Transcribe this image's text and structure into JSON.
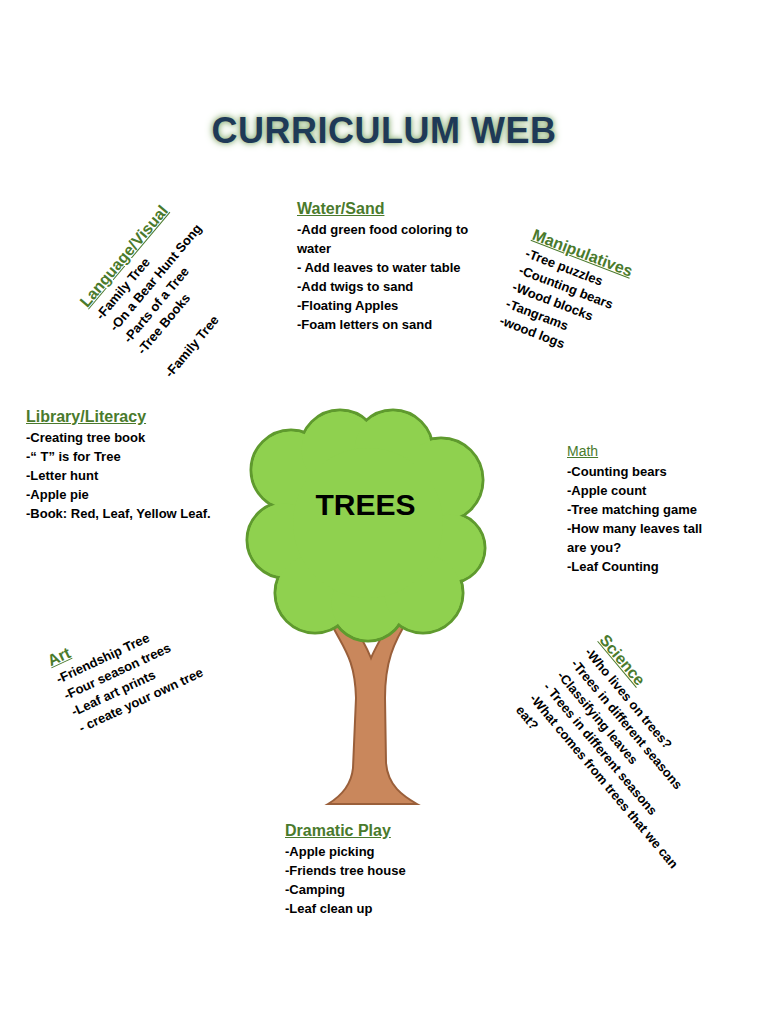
{
  "diagram": {
    "title": "CURRICULUM WEB",
    "nodes": [
      {
        "text": [
          "TREES"
        ]
      }
    ],
    "labels": [
      "Language/Visual",
      "-Family Tree",
      "-On a Bear Hunt Song",
      "-Parts of a Tree",
      "-Tree Books",
      "-Family Tree",
      "Water/Sand",
      "-Add green food coloring to water",
      "- Add leaves to water table",
      "-Add twigs to sand",
      "-Floating Apples",
      "-Foam letters on sand",
      "Manipulatives",
      "-Tree puzzles",
      "-Counting bears",
      "-Wood blocks",
      "-Tangrams",
      "-wood logs",
      "Library/Literacy",
      "-Creating tree book",
      "-“ T” is for Tree",
      "-Letter hunt",
      "-Apple pie",
      "-Book: Red, Leaf, Yellow Leaf.",
      "Math",
      "-Counting bears",
      "-Apple count",
      "-Tree matching game",
      "-How many leaves tall are you?",
      "-Leaf Counting",
      "Art",
      "-Friendship Tree",
      "-Four season trees",
      "-Leaf art prints",
      "- create your own tree",
      "Science",
      "-Who lives on trees?",
      "-Trees in different seasons",
      "-Classifying leaves",
      "- Trees in different seasons",
      "-What comes from trees that we can eat?",
      "Dramatic Play",
      "-Apple picking",
      "-Friends tree house",
      "-Camping",
      "-Leaf clean up"
    ]
  }
}
